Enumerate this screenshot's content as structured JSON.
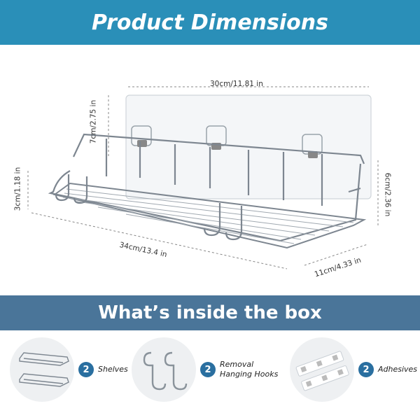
{
  "header": {
    "title": "Product Dimensions"
  },
  "dimensions": {
    "top_width": "30cm/11.81 in",
    "plate_height": "7cm/2.75 in",
    "front_height": "3cm/1.18 in",
    "front_length": "34cm/13.4 in",
    "depth": "11cm/4.33 in",
    "side_height": "6cm/2.36 in"
  },
  "box_section": {
    "title": "What’s inside the box",
    "items": [
      {
        "count": "2",
        "label_line1": "Shelves",
        "label_line2": ""
      },
      {
        "count": "2",
        "label_line1": "Removal",
        "label_line2": "Hanging Hooks"
      },
      {
        "count": "2",
        "label_line1": "Adhesives",
        "label_line2": ""
      }
    ]
  },
  "colors": {
    "top_banner": "#2a8fb8",
    "mid_banner": "#4a7599",
    "badge": "#2a6fa0"
  }
}
